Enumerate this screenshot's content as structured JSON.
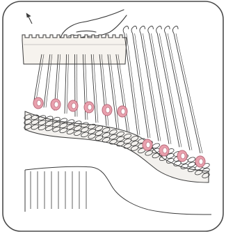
{
  "figure": {
    "subject": "knitting-machine-illustration",
    "colors": {
      "background": "#ffffff",
      "frame": "#4a4a4a",
      "ink": "#3a3a3a",
      "paper_shade": "#f6f3ee",
      "loop_fill": "#e9a0ad",
      "loop_stroke": "#b86a7a",
      "fabric_fill": "#f3f1ee"
    },
    "icons": [
      "arrow-icon",
      "hand-icon",
      "comb-tool-icon",
      "needle-icon"
    ],
    "needle_count": 17,
    "highlighted_loop_count": 10
  }
}
